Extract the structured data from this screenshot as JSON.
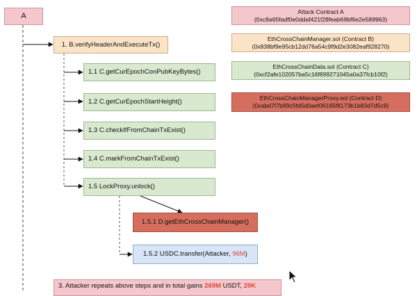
{
  "actor": {
    "label": "A"
  },
  "legend": [
    {
      "name": "Attack Contract A",
      "address": "(0xc8a65fadf0e0ddaf421f28feab69bf6e2e589963)",
      "color": "#f4c7cc"
    },
    {
      "name": "EthCrossChainManager.sol (Contract B)",
      "address": "(0x838bf9e95cb12dd76a54c9f9d2e3082eaf928270)",
      "color": "#fbe3c7"
    },
    {
      "name": "EthCrossChainData.sol (Contract C)",
      "address": "(0xcf2afe102057ba5c16f899271045a0a37fcb10f2)",
      "color": "#d8e9cf"
    },
    {
      "name": "EthCrossChainManagerProxy.sol (Contract D)",
      "address": "(0xabd7f7b89c5fd5d0aef06165f8173b1b83d7d5c9)",
      "color": "#d56e5f"
    }
  ],
  "steps": {
    "s1": "1. B.verifyHeaderAndExecuteTx()",
    "s1_1": "1.1 C.getCurEpochConPubKeyBytes()",
    "s1_2": "1.2 C.getCurEpochStartHeight()",
    "s1_3": "1.3 C.checkIfFromChainTxExist()",
    "s1_4": "1.4 C.markFromChainTxExist()",
    "s1_5": "1.5 LockProxy.unlock()",
    "s1_5_1": "1.5.1 D.getEthCrossChainManager()",
    "s1_5_2_prefix": "1.5.2 USDC.transfer(Attacker, ",
    "s1_5_2_amount": "96M",
    "s1_5_2_suffix": ")"
  },
  "summary": {
    "prefix": "3. Attacker repeats above steps and in total gains ",
    "usdt_amount": "269M",
    "usdt_unit": " USDT, ",
    "next_amount": "29K"
  }
}
